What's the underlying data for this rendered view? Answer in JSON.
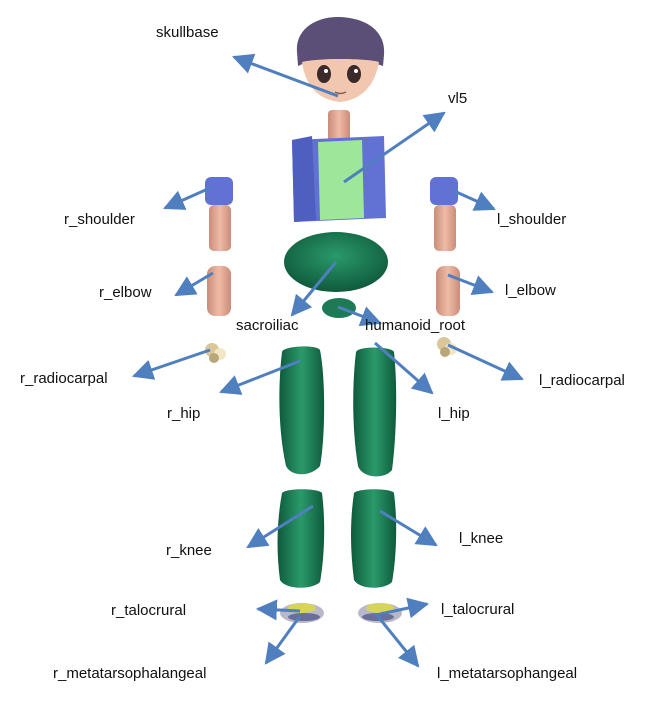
{
  "colors": {
    "arrow": "#4f7fbf",
    "body_green": "#1d7a54",
    "body_green_dark": "#0f5a3c",
    "skin": "#e7ad97",
    "shoulder_blue": "#6272d4",
    "shirt_green": "#9ee79a",
    "hair": "#5b4f77"
  },
  "labels": {
    "skullbase": "skullbase",
    "vl5": "vl5",
    "r_shoulder": "r_shoulder",
    "l_shoulder": "l_shoulder",
    "r_elbow": "r_elbow",
    "l_elbow": "l_elbow",
    "sacroiliac": "sacroiliac",
    "humanoid_root": "humanoid_root",
    "r_radiocarpal": "r_radiocarpal",
    "l_radiocarpal": "l_radiocarpal",
    "r_hip": "r_hip",
    "l_hip": "l_hip",
    "r_knee": "r_knee",
    "l_knee": "l_knee",
    "r_talocrural": "r_talocrural",
    "l_talocrural": "l_talocrural",
    "r_metatarsophalangeal": "r_metatarsophalangeal",
    "l_metatarsophangeal": "l_metatarsophangeal"
  }
}
